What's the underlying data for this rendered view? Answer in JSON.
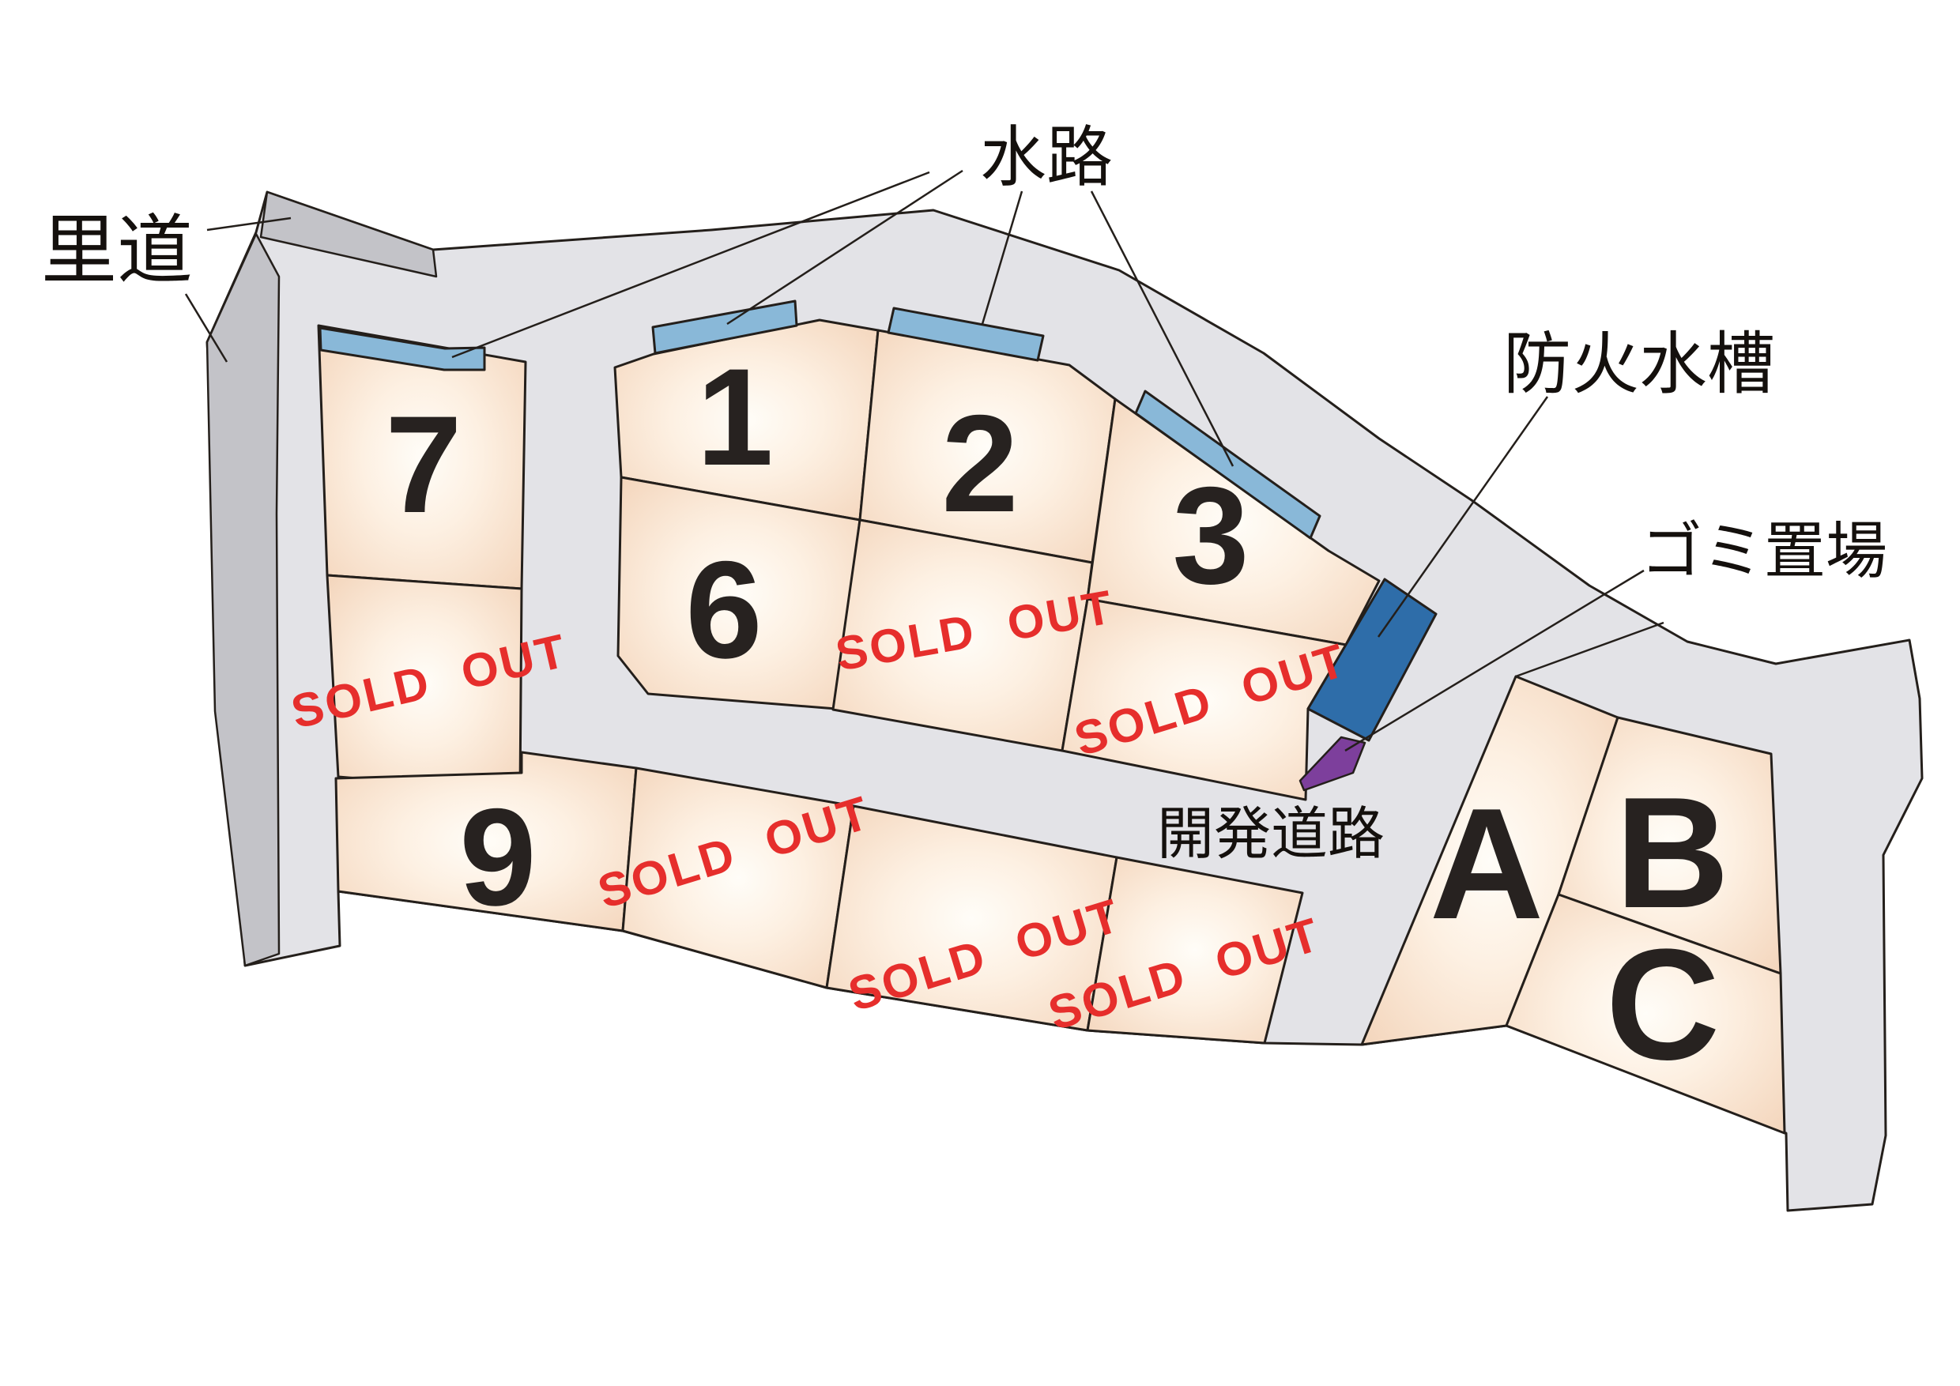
{
  "map": {
    "labels": {
      "rido": "里道",
      "suiro": "水路",
      "boka_suiso": "防火水槽",
      "gomi_okiba": "ゴミ置場",
      "kaihatsu_doro": "開発道路"
    },
    "sold_out_text": "SOLD OUT",
    "lot_labels": {
      "lot7": "7",
      "lot1": "1",
      "lot6": "6",
      "lot2": "2",
      "lot3": "3",
      "lot9": "9",
      "lotA": "A",
      "lotB": "B",
      "lotC": "C"
    },
    "available_lots": [
      "7",
      "1",
      "6",
      "2",
      "3",
      "9",
      "A",
      "B",
      "C"
    ],
    "sold_lot_count": 6,
    "colors": {
      "road": "#e3e3e7",
      "road_outer_edge": "#c3c3c8",
      "lot_edge_fill": "#f3d4ba",
      "lot_center_fill": "#fffdf8",
      "waterway": "#89b8d8",
      "fire_tank": "#2e6da9",
      "garbage_area": "#7d3f9c",
      "sold_out_red": "#e62e2c",
      "outline": "#241f1b"
    }
  }
}
